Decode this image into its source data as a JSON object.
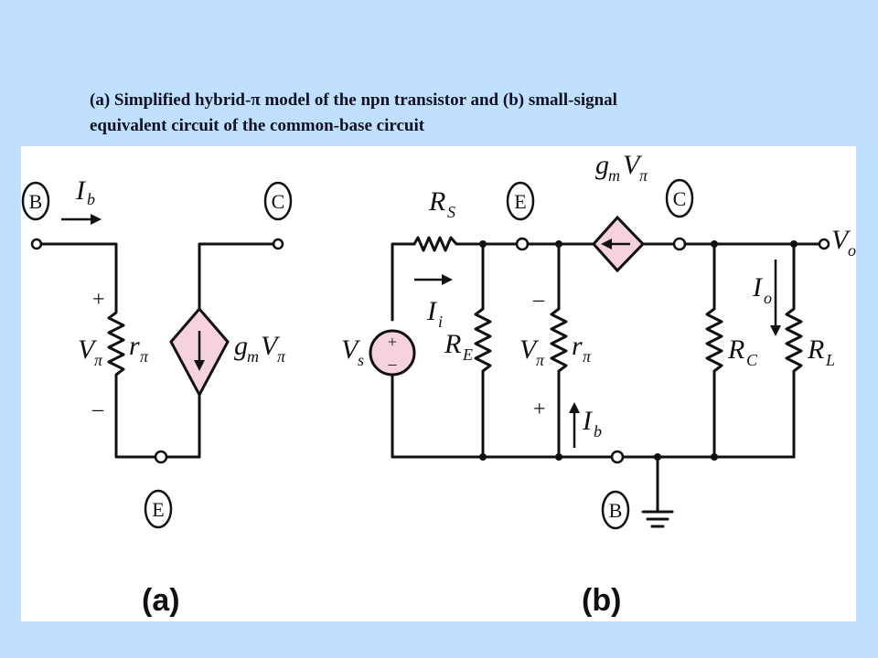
{
  "caption": {
    "line1": "(a) Simplified hybrid-π model of the npn transistor and (b) small-signal",
    "line2": "equivalent circuit of the common-base circuit"
  },
  "figure_a": {
    "panel_label": "(a)",
    "node_b": "B",
    "node_c": "C",
    "node_e": "E",
    "current_label": "I",
    "current_sub": "b",
    "resistor_label": "r",
    "resistor_sub": "π",
    "voltage_label": "V",
    "voltage_sub": "π",
    "plus": "+",
    "minus": "–",
    "source_label": "g",
    "source_sub": "m",
    "source_v": "V",
    "source_v_sub": "π"
  },
  "figure_b": {
    "panel_label": "(b)",
    "node_e": "E",
    "node_c": "C",
    "node_b": "B",
    "rs_label": "R",
    "rs_sub": "S",
    "re_label": "R",
    "re_sub": "E",
    "rc_label": "R",
    "rc_sub": "C",
    "rl_label": "R",
    "rl_sub": "L",
    "rpi_label": "r",
    "rpi_sub": "π",
    "vpi_label": "V",
    "vpi_sub": "π",
    "vs_label": "V",
    "vs_sub": "s",
    "vo_label": "V",
    "vo_sub": "o",
    "ii_label": "I",
    "ii_sub": "i",
    "ib_label": "I",
    "ib_sub": "b",
    "io_label": "I",
    "io_sub": "o",
    "gm_label": "g",
    "gm_sub": "m",
    "gm_v": "V",
    "gm_v_sub": "π",
    "minus": "–",
    "plus": "+",
    "src_plus": "+",
    "src_minus": "–"
  },
  "colors": {
    "background": "#bfe0ff",
    "panel": "#ffffff",
    "source_fill": "#f6d3dc",
    "wire": "#111111"
  }
}
